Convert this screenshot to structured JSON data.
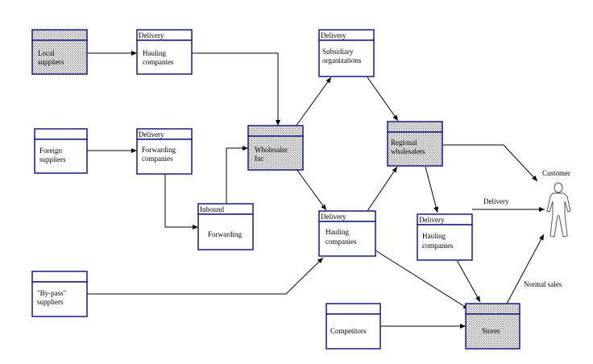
{
  "boxes": {
    "local_suppliers": {
      "header": "",
      "body": [
        "Local",
        "suppliers"
      ]
    },
    "delivery_hauling_top": {
      "header": "Delivery",
      "body": [
        "Hauling",
        "companies"
      ]
    },
    "foreign_suppliers": {
      "header": "",
      "body": [
        "Foreign",
        "suppliers"
      ]
    },
    "delivery_forwarding": {
      "header": "Delivery",
      "body": [
        "Forwarding",
        "companies"
      ]
    },
    "inbound_forwarding": {
      "header": "Inbound",
      "body": [
        "Forwarding"
      ]
    },
    "wholesaler": {
      "header": "",
      "body": [
        "Wholesaler",
        "Inc"
      ]
    },
    "delivery_subsidiary": {
      "header": "Delivery",
      "body": [
        "Subsidiary",
        "organizations"
      ]
    },
    "regional_wholesalers": {
      "header": "",
      "body": [
        "Regional",
        "wholesalers"
      ]
    },
    "delivery_hauling_mid": {
      "header": "Delivery",
      "body": [
        "Hauling",
        "companies"
      ]
    },
    "delivery_hauling_right": {
      "header": "Delivery",
      "body": [
        "Hauling",
        "companies"
      ]
    },
    "bypass_suppliers": {
      "header": "",
      "body": [
        "\"By-pass\"",
        "suppliers"
      ]
    },
    "competitors": {
      "header": "",
      "body": [
        "Competitors"
      ]
    },
    "stores": {
      "header": "",
      "body": [
        "Stores"
      ]
    }
  },
  "labels": {
    "customer": "Customer",
    "delivery": "Delivery",
    "normal_sales": "Normal sales"
  },
  "colors": {
    "border": "#1a1a7a",
    "shade": "#c8c8c8",
    "line": "#000000"
  }
}
